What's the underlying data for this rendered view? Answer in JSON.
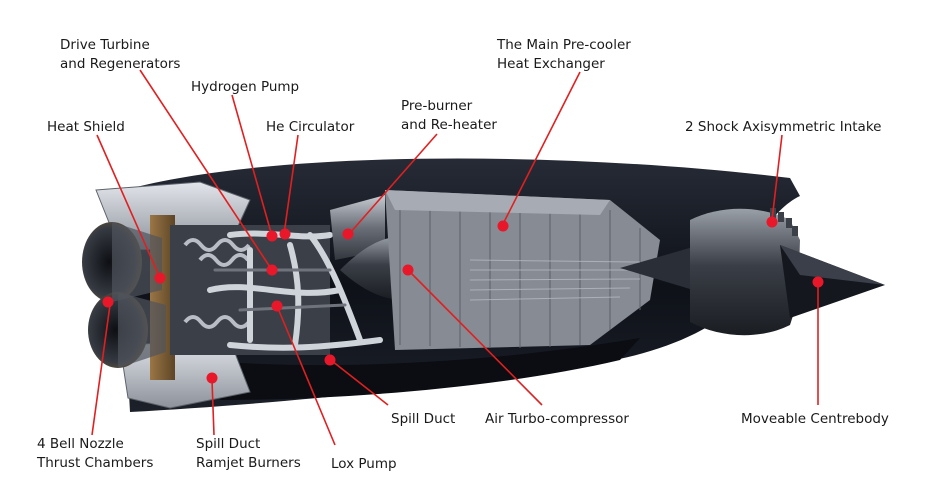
{
  "labels": {
    "drive_turbine": [
      "Drive Turbine",
      "and Regenerators"
    ],
    "hydrogen_pump": [
      "Hydrogen Pump"
    ],
    "heat_shield": [
      "Heat Shield"
    ],
    "he_circulator": [
      "He Circulator"
    ],
    "pre_burner": [
      "Pre-burner",
      "and Re-heater"
    ],
    "main_precooler": [
      "The Main Pre-cooler",
      "Heat Exchanger"
    ],
    "intake": [
      "2 Shock Axisymmetric Intake"
    ],
    "bell_nozzle": [
      "4 Bell Nozzle",
      "Thrust Chambers"
    ],
    "spill_duct_ramjet": [
      "Spill Duct",
      "Ramjet Burners"
    ],
    "lox_pump": [
      "Lox Pump"
    ],
    "spill_duct": [
      "Spill Duct"
    ],
    "air_turbo_compressor": [
      "Air Turbo-compressor"
    ],
    "centrebody": [
      "Moveable Centrebody"
    ]
  },
  "colors": {
    "leader": "#e02020",
    "marker": "#e8182a",
    "nacelle": "#141821",
    "metal": "#4a4e57",
    "text": "#1a1a1a"
  }
}
